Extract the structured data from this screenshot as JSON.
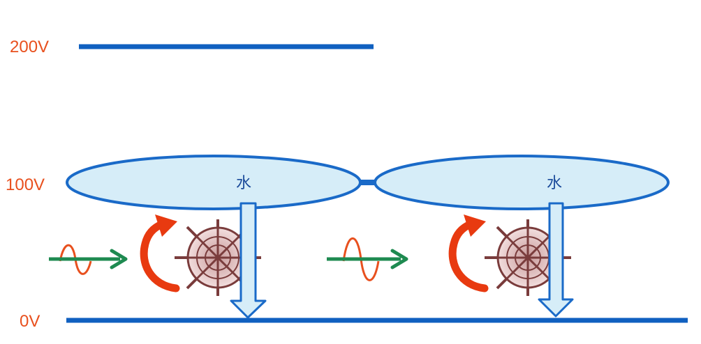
{
  "voltage_levels": [
    {
      "label": "200V"
    },
    {
      "label": "100V"
    },
    {
      "label": "0V"
    }
  ],
  "tanks": [
    {
      "label": "水"
    },
    {
      "label": "水"
    }
  ],
  "colors": {
    "voltage_text": "#e8501e",
    "level_line": "#1060c0",
    "tank_fill": "#d6edf8",
    "tank_stroke": "#1a6ac8",
    "flow_arrow_fill": "#d6edf8",
    "flow_arrow_stroke": "#1a6ac8",
    "wave": "#e8501e",
    "green_arrow": "#1e8a50",
    "rotation_arrow": "#e83a10",
    "wheel_spoke": "#7a3c3c",
    "wheel_fill": "#e8c4c4"
  },
  "icons": [
    "sine-wave-icon",
    "arrow-right-icon",
    "rotation-arrow-icon",
    "water-wheel-icon",
    "flow-down-arrow-icon"
  ]
}
